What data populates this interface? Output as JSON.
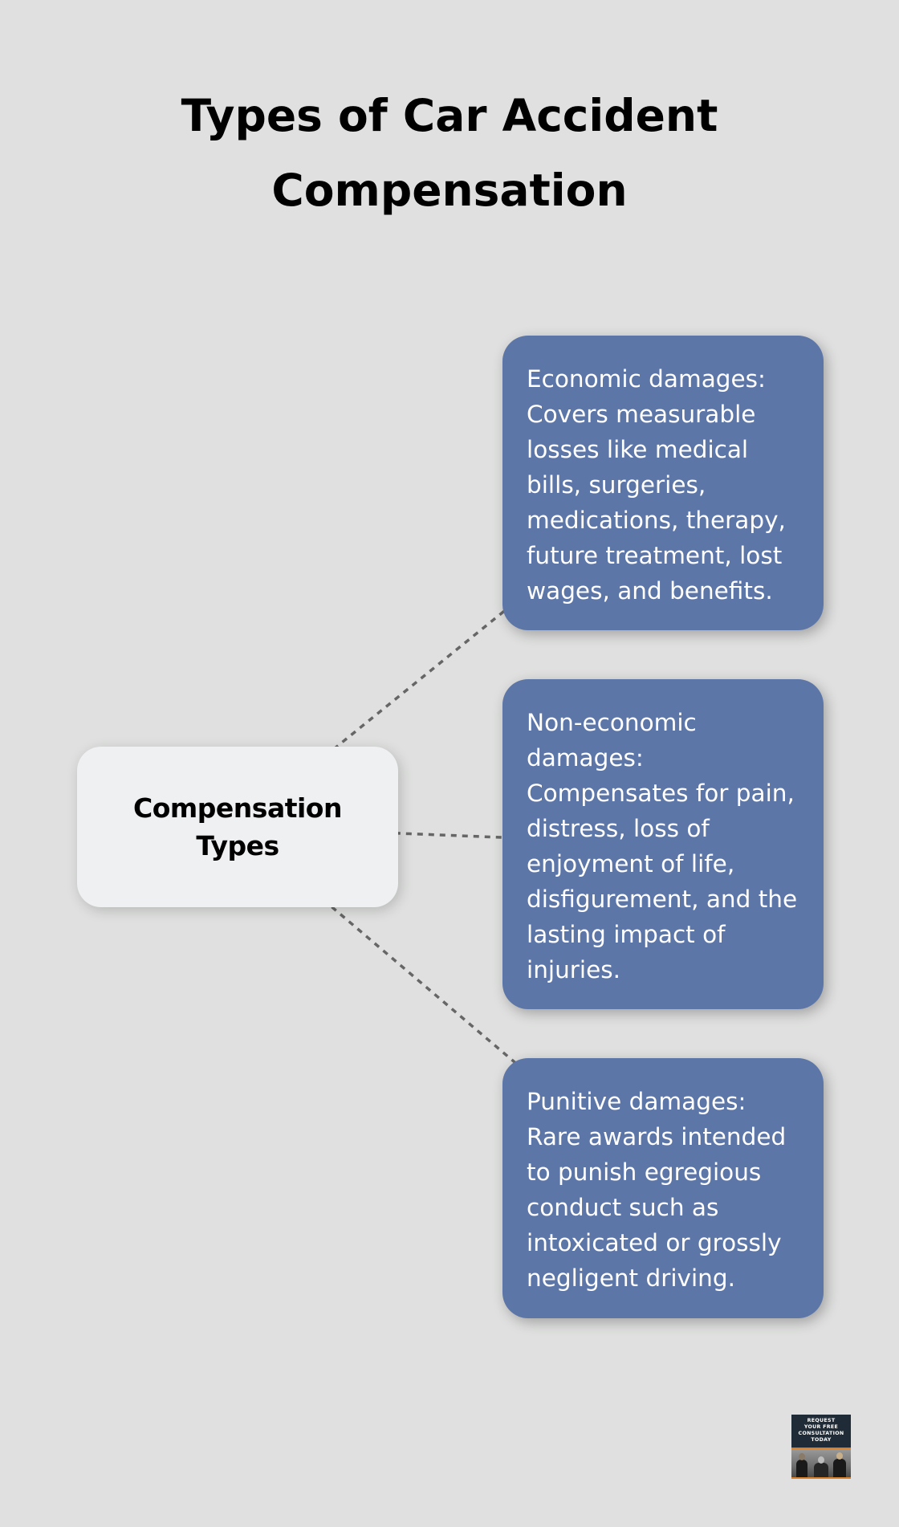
{
  "title": {
    "line1": "Types of Car Accident",
    "line2": "Compensation"
  },
  "center_node": {
    "lines": [
      "Compensation",
      "Types"
    ]
  },
  "nodes": [
    {
      "id": "economic-damages",
      "lines": [
        "Economic damages:",
        "Covers measurable",
        "losses like medical",
        "bills, surgeries,",
        "medications, therapy,",
        "future treatment, lost",
        "wages, and benefits."
      ]
    },
    {
      "id": "non-economic-damages",
      "lines": [
        "Non-economic",
        "damages:",
        "Compensates for pain,",
        "distress, loss of",
        "enjoyment of life,",
        "disfigurement, and the",
        "lasting impact of",
        "injuries."
      ]
    },
    {
      "id": "punitive-damages",
      "lines": [
        "Punitive damages:",
        "Rare awards intended",
        "to punish egregious",
        "conduct such as",
        "intoxicated or grossly",
        "negligent driving."
      ]
    }
  ],
  "badge": {
    "lines": [
      "REQUEST",
      "YOUR FREE",
      "CONSULTATION",
      "TODAY"
    ],
    "image": "attorneys-photo"
  },
  "colors": {
    "background": "#dfe0df",
    "node_fill": "#5d76a8",
    "center_fill": "#eff0f2",
    "connector": "#666666",
    "badge_navy": "#1f2b36",
    "badge_accent": "#d9822b"
  }
}
